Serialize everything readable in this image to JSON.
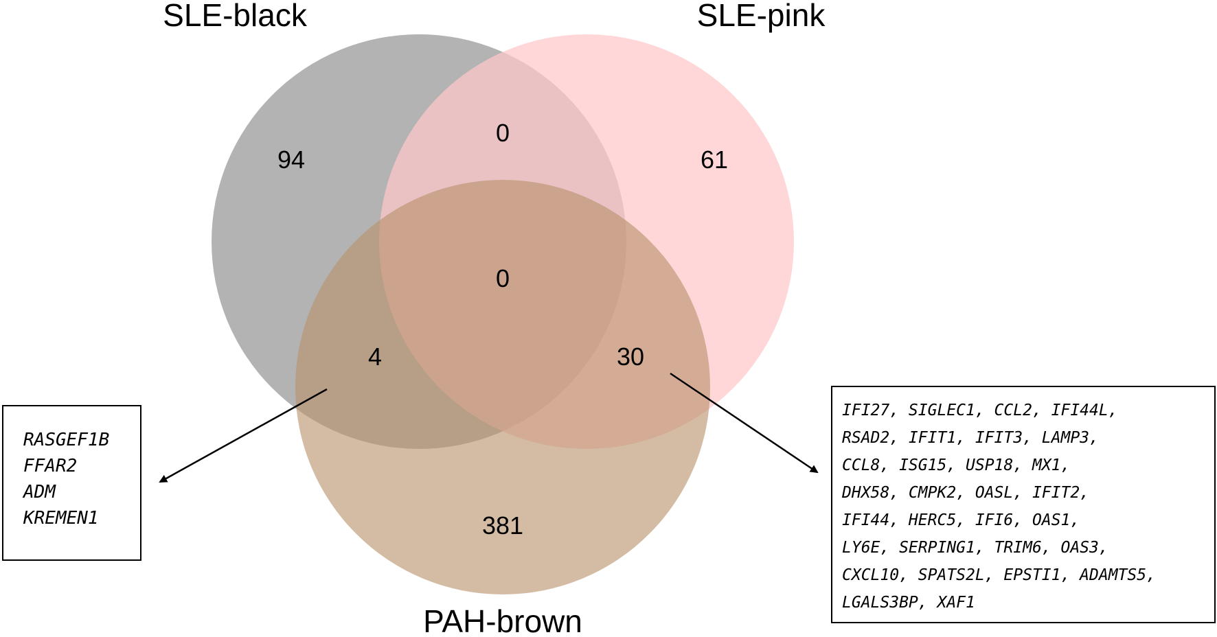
{
  "sets": [
    {
      "name": "SLE-black",
      "color": "#9e9e9e"
    },
    {
      "name": "SLE-pink",
      "color": "#ffc7ca"
    },
    {
      "name": "PAH-brown",
      "color": "#b9916a"
    }
  ],
  "regions": {
    "sle_black_only": "94",
    "sle_pink_only": "61",
    "pah_brown_only": "381",
    "sle_black_sle_pink": "0",
    "sle_black_pah_brown": "4",
    "sle_pink_pah_brown": "30",
    "all_three": "0"
  },
  "gene_lists": {
    "sle_black_pah_brown": [
      "RASGEF1B",
      "FFAR2",
      "ADM",
      "KREMEN1"
    ],
    "sle_pink_pah_brown_lines": [
      "IFI27, SIGLEC1, CCL2, IFI44L,",
      "RSAD2, IFIT1, IFIT3, LAMP3,",
      "CCL8, ISG15, USP18, MX1,",
      "DHX58, CMPK2, OASL, IFIT2,",
      "IFI44, HERC5, IFI6, OAS1,",
      "LY6E, SERPING1, TRIM6, OAS3,",
      "CXCL10, SPATS2L, EPSTI1, ADAMTS5,",
      "LGALS3BP, XAF1"
    ]
  }
}
